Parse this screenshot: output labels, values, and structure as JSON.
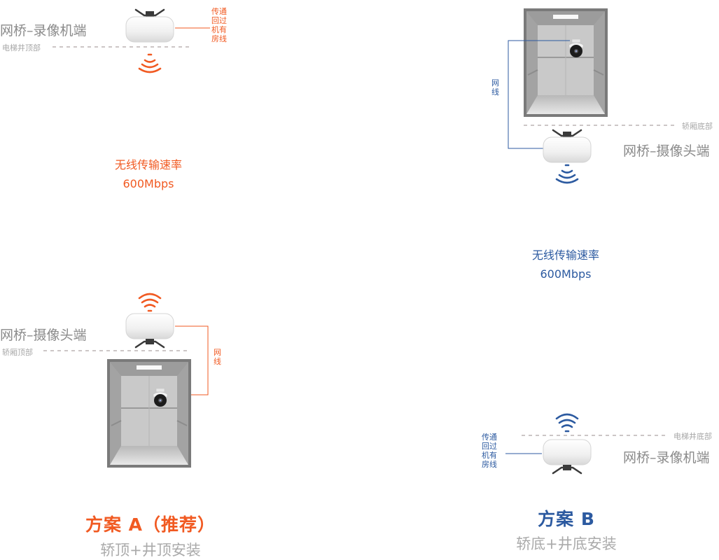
{
  "colors": {
    "orange": "#f15a22",
    "blue": "#2c5aa0",
    "gray_text": "#8a8a8a",
    "dash": "#9a8c8c"
  },
  "scheme_a": {
    "recorder_label": "网桥–录像机端",
    "shaft_top_label": "电梯井顶部",
    "recorder_cable_note": "传通回过机有房线",
    "speed_line1": "无线传输速率",
    "speed_line2": "600Mbps",
    "camera_label": "网桥–摄像头端",
    "car_top_label": "轿厢顶部",
    "camera_cable_note": "网线",
    "title": "方案 A（推荐）",
    "subtitle": "轿顶+井顶安装"
  },
  "scheme_b": {
    "camera_cable_note": "网线",
    "car_bottom_label": "轿厢底部",
    "camera_label": "网桥–摄像头端",
    "speed_line1": "无线传输速率",
    "speed_line2": "600Mbps",
    "shaft_bottom_label": "电梯井底部",
    "recorder_cable_note": "传通回过机有房线",
    "recorder_label": "网桥–录像机端",
    "title": "方案 B",
    "subtitle": "轿底+井底安装"
  },
  "icons": {
    "bridge_device": "bridge-device-icon",
    "wifi_signal": "wifi-signal-icon",
    "elevator_car": "elevator-car-icon",
    "dome_camera": "dome-camera-icon"
  }
}
